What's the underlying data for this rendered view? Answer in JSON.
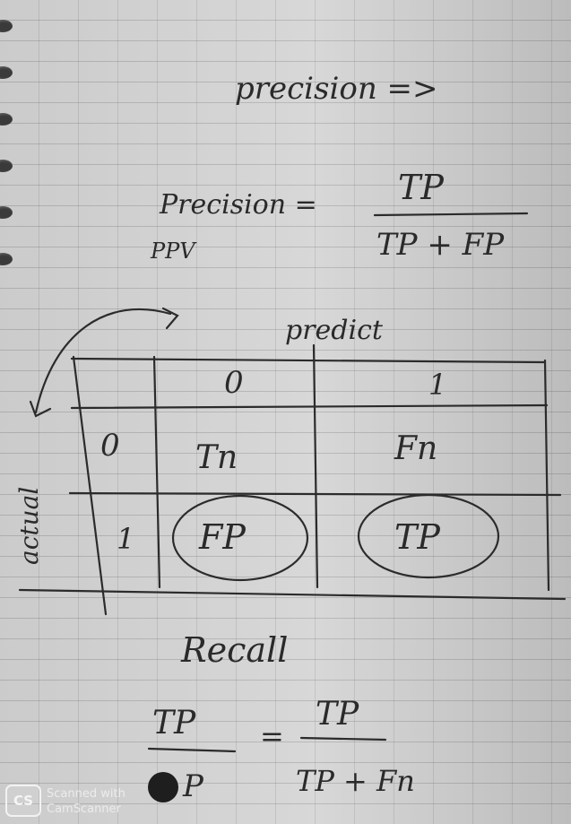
{
  "heading": "precision =>",
  "precision_formula": {
    "label": "Precision =",
    "sublabel": "PPV",
    "numerator": "TP",
    "denominator": "TP + FP"
  },
  "matrix": {
    "predict_label": "predict",
    "actual_label": "actual",
    "col_headers": [
      "0",
      "1"
    ],
    "row_headers": [
      "0",
      "1"
    ],
    "cells": [
      [
        "Tn",
        "Fn"
      ],
      [
        "FP",
        "TP"
      ]
    ]
  },
  "recall_formula": {
    "label": "Recall",
    "left_numerator": "TP",
    "left_denominator": "P",
    "equals": "=",
    "right_numerator": "TP",
    "right_denominator": "TP + Fn"
  },
  "watermark": {
    "logo": "CS",
    "line1": "Scanned with",
    "line2": "CamScanner"
  },
  "icons": [
    "spiral-binding-icon",
    "arrow-icon",
    "camscanner-logo-icon"
  ]
}
